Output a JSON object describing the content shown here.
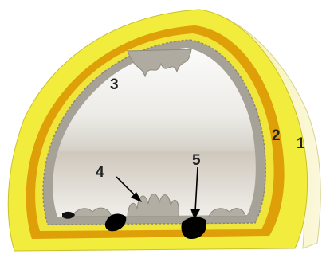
{
  "diagram": {
    "labels": [
      {
        "id": "1",
        "text": "1"
      },
      {
        "id": "2",
        "text": "2"
      },
      {
        "id": "3",
        "text": "3"
      },
      {
        "id": "4",
        "text": "4"
      },
      {
        "id": "5",
        "text": "5"
      }
    ]
  },
  "colors": {
    "outer_shell": "#f4ef3a",
    "outer_shell_shadow": "#f8f3c8",
    "middle_layer": "#e0a106",
    "lining": "#a9a59c",
    "cavity_light": "#f6f5f3",
    "cavity_dark": "#c8c2b8",
    "deposits": "#000000",
    "label_text": "#222222"
  }
}
